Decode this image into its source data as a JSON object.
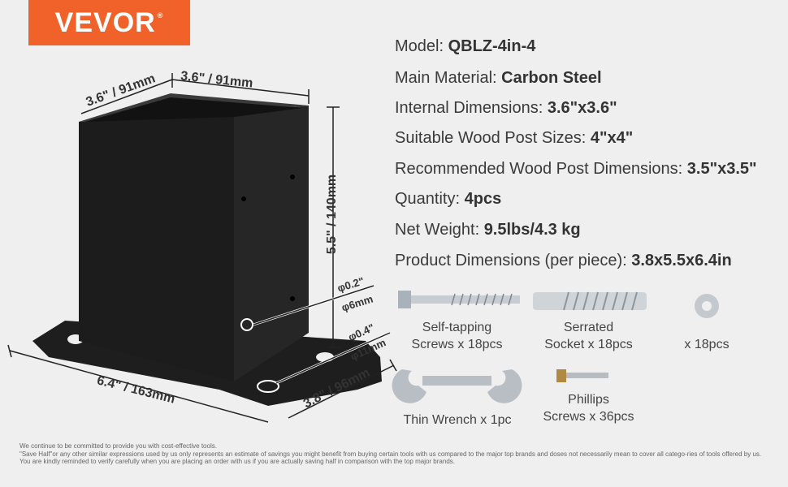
{
  "brand": {
    "name": "VEVOR",
    "mark": "®"
  },
  "specs": [
    {
      "label": "Model: ",
      "value": "QBLZ-4in-4"
    },
    {
      "label": "Main Material: ",
      "value": "Carbon Steel"
    },
    {
      "label": "Internal Dimensions: ",
      "value": "3.6\"x3.6\""
    },
    {
      "label": "Suitable Wood Post Sizes: ",
      "value": "4\"x4\""
    },
    {
      "label": "Recommended Wood Post Dimensions: ",
      "value": "3.5\"x3.5\""
    },
    {
      "label": "Quantity: ",
      "value": "4pcs"
    },
    {
      "label": "Net Weight: ",
      "value": "9.5lbs/4.3 kg"
    },
    {
      "label": "Product Dimensions (per piece): ",
      "value": "3.8x5.5x6.4in"
    }
  ],
  "accessories": [
    {
      "line1": "Self-tapping",
      "line2": "Screws x 18pcs"
    },
    {
      "line1": "Serrated",
      "line2": "Socket x 18pcs"
    },
    {
      "line1": "x 18pcs",
      "line2": ""
    },
    {
      "line1": "Thin Wrench x 1pc",
      "line2": ""
    },
    {
      "line1": "Phillips",
      "line2": "Screws x 36pcs"
    }
  ],
  "dimensions": {
    "top_left": "3.6\" / 91mm",
    "top_right": "3.6\" / 91mm",
    "height": "5.5\" / 140mm",
    "length": "6.4\" / 163mm",
    "width": "3.8\" / 96mm",
    "hole_small_in": "φ0.2\"",
    "hole_small_mm": "φ6mm",
    "hole_large_in": "φ0.4\"",
    "hole_large_mm": "φ11mm"
  },
  "disclaimer": [
    "We continue to be committed to provide you with cost-effective tools.",
    "\"Save Half\"or any other similar expressions used by us only represents an estimate of savings you might benefit from buying certain tools with us compared to the major top brands and doses not necessarily mean to cover all catego-ries of tools offered by us.",
    "You are kindly reminded to verify carefully when you are placing an order with us if you are actually saving half in comparison with the top major brands."
  ]
}
